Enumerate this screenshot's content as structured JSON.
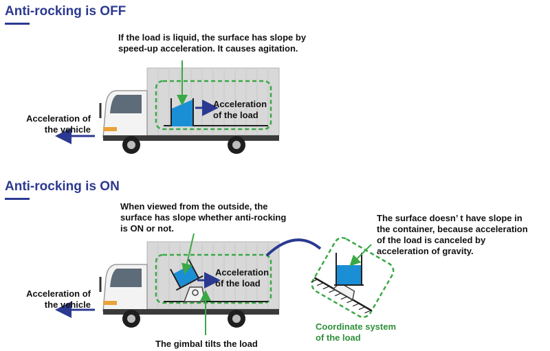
{
  "off_section": {
    "heading": "Anti-rocking is OFF",
    "note": "If the load is liquid, the surface has slope by\nspeed-up acceleration. It causes agitation.",
    "vehicle_accel_label": "Acceleration of\nthe vehicle",
    "load_accel_label": "Acceleration\nof the load"
  },
  "on_section": {
    "heading": "Anti-rocking is ON",
    "note": "When viewed from the outside, the\nsurface has slope whether anti-rocking\nis ON or not.",
    "vehicle_accel_label": "Acceleration of\nthe vehicle",
    "load_accel_label": "Acceleration\nof the load",
    "gimbal_label": "The gimbal tilts the load",
    "container_note": "The surface doesn’ t have slope in\nthe container, because acceleration\nof the load is canceled by\nacceleration of gravity.",
    "coordinate_label": "Coordinate system\nof the load"
  },
  "colors": {
    "heading": "#2b3990",
    "arrow": "#2b3990",
    "green_frame": "#3aa845",
    "liquid": "#1b8fd6",
    "truck_cab": "#f2f2f2",
    "truck_box": "#d8d8d8"
  }
}
